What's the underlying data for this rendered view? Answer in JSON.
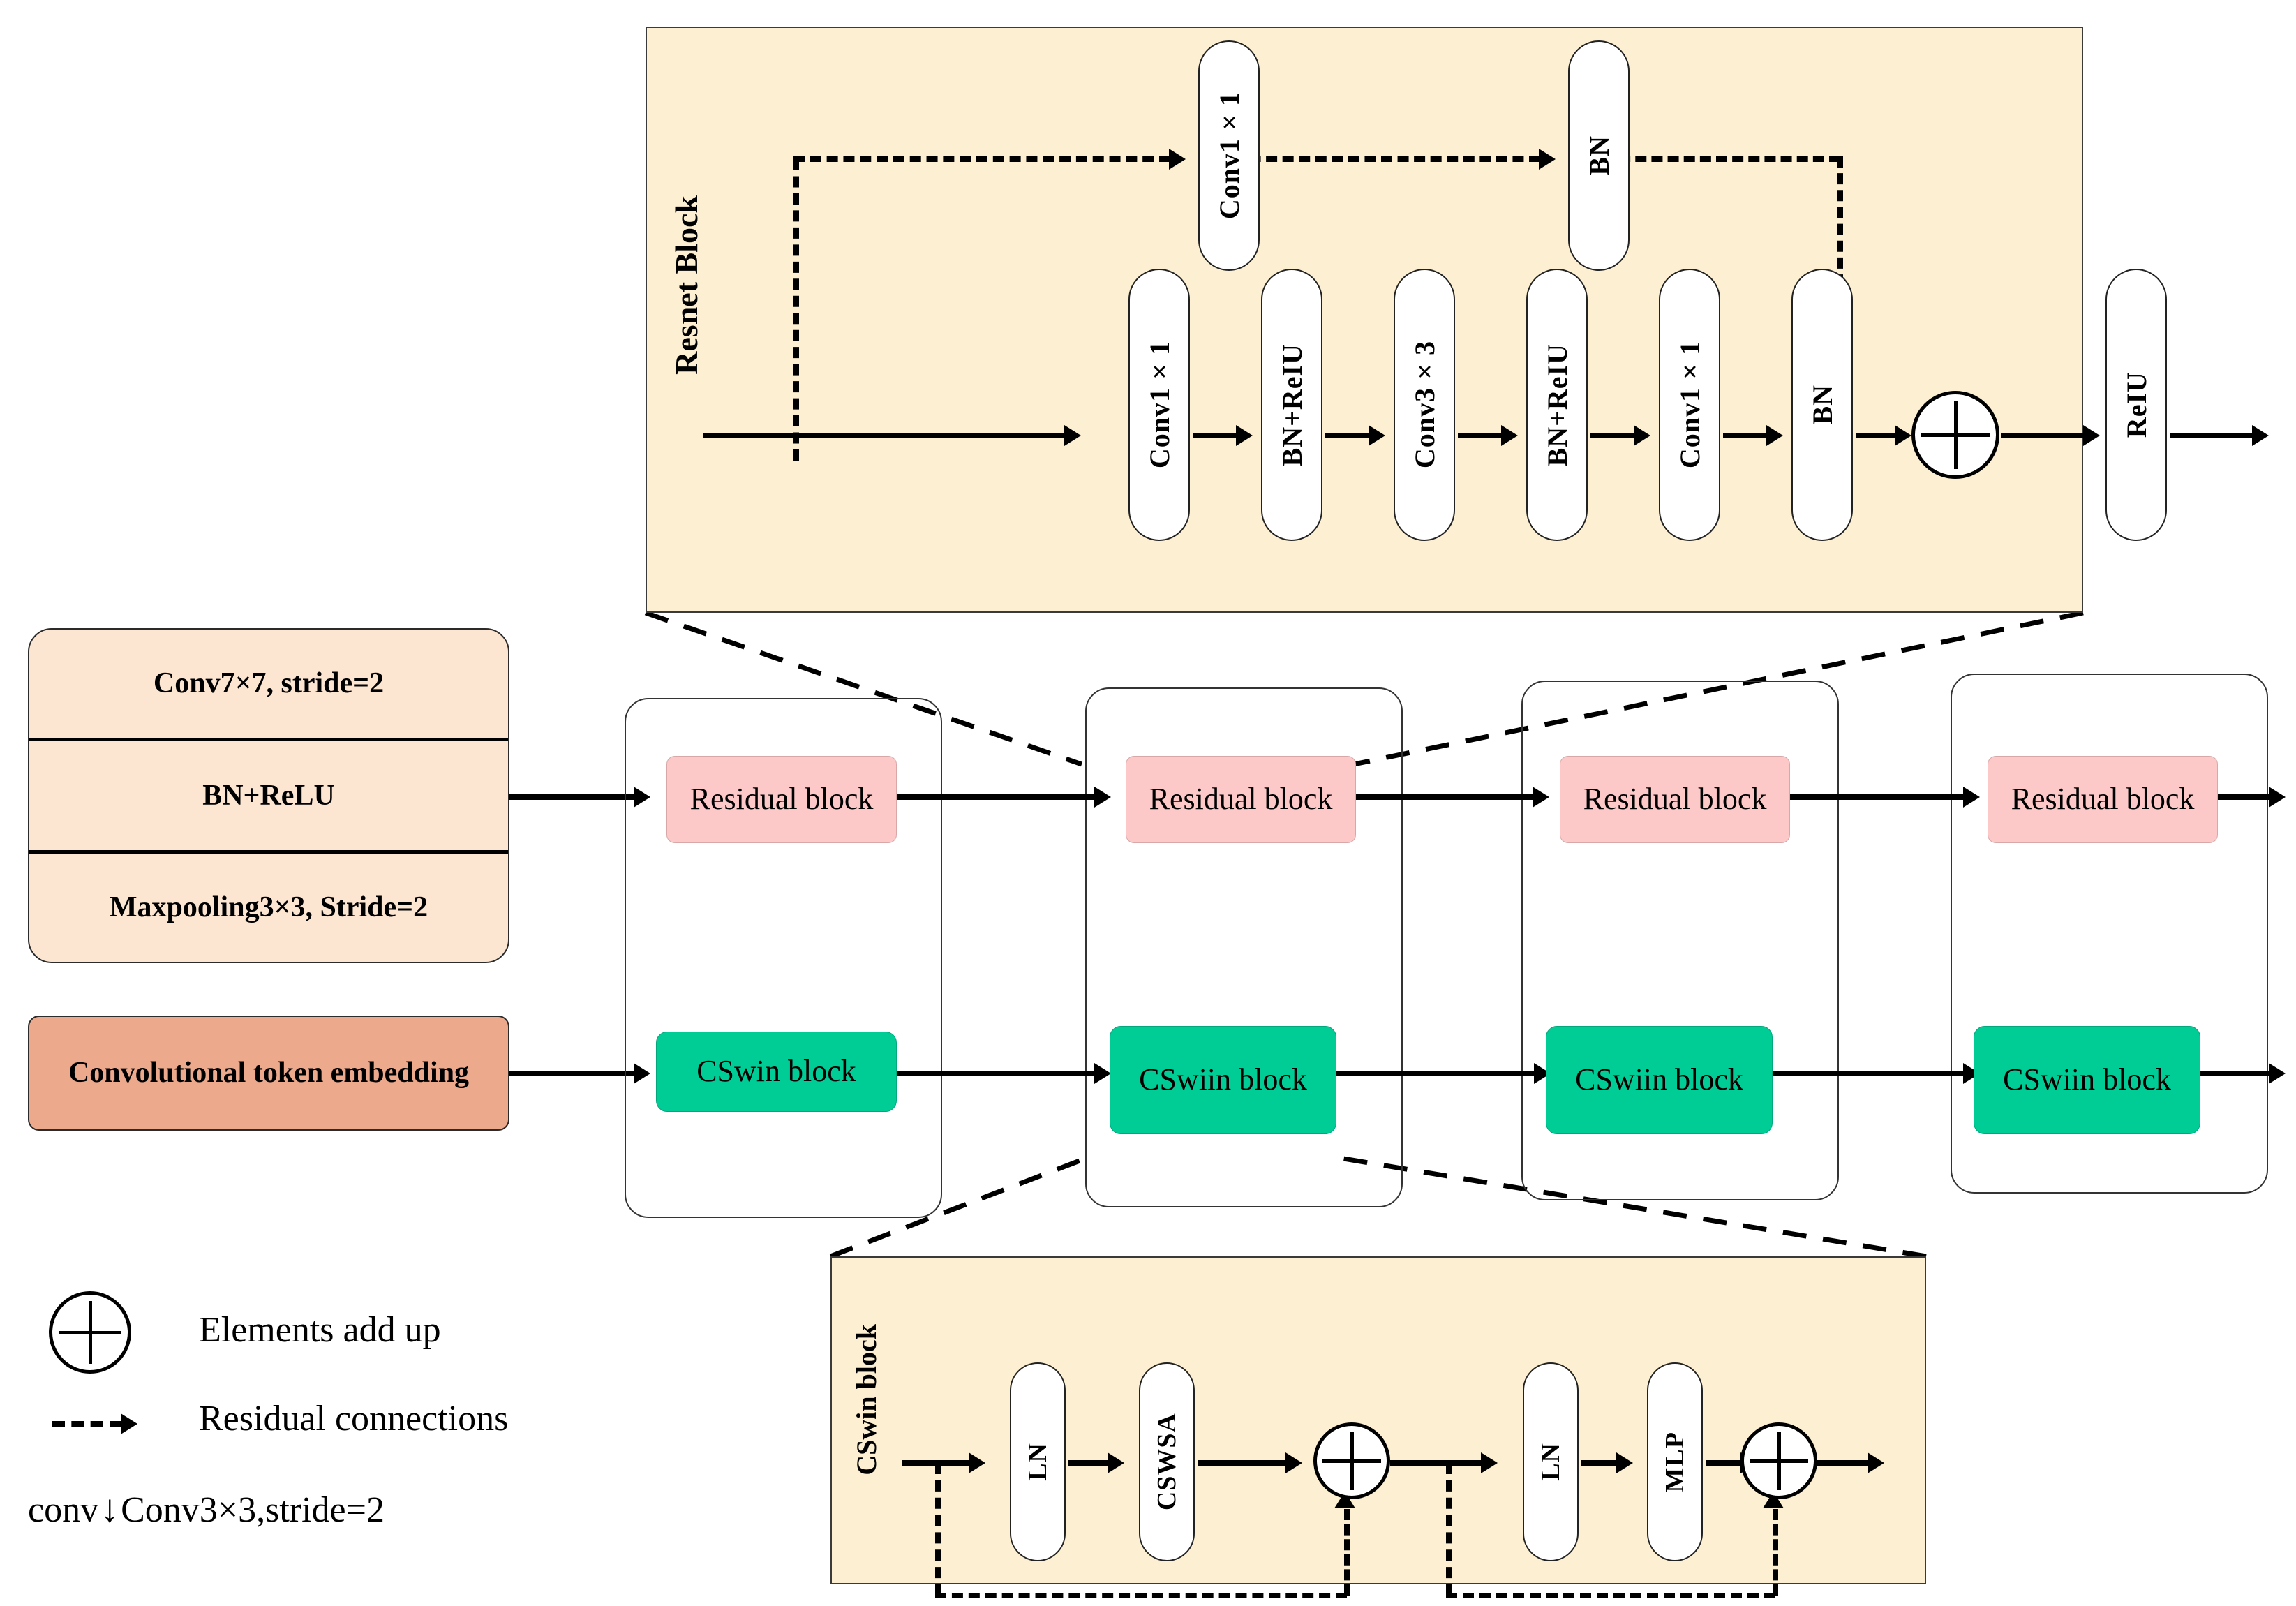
{
  "resnet_panel": {
    "title": "Resnet Block",
    "shortcut_nodes": [
      "Conv1×1",
      "BN"
    ],
    "main_nodes": [
      "Conv1×1",
      "BN+ReIU",
      "Conv3×3",
      "BN+ReIU",
      "Conv1×1",
      "BN"
    ],
    "add_symbol": "⊕",
    "output_node": "ReIU"
  },
  "stem": {
    "rows": [
      "Conv7×7,\nstride=2",
      "BN+ReLU",
      "Maxpooling3×3,\nStride=2"
    ],
    "row1": "Conv7×7, stride=2",
    "row2": "BN+ReLU",
    "row3": "Maxpooling3×3, Stride=2"
  },
  "token_embedding": {
    "label": "Convolutional token embedding"
  },
  "stages": [
    {
      "residual_label": "Residual block",
      "cswin_label": "CSwin block"
    },
    {
      "residual_label": "Residual block",
      "cswin_label": "CSwiin block"
    },
    {
      "residual_label": "Residual block",
      "cswin_label": "CSwiin block"
    },
    {
      "residual_label": "Residual block",
      "cswin_label": "CSwiin block"
    }
  ],
  "cswin_panel": {
    "title": "CSwin block",
    "nodes": [
      "LN",
      "CSWSA",
      "LN",
      "MLP"
    ],
    "add_symbol": "⊕"
  },
  "legend": {
    "items": [
      {
        "icon": "plus-circle-icon",
        "label": "Elements add up"
      },
      {
        "icon": "dashed-arrow-icon",
        "label": "Residual connections"
      }
    ],
    "conv_prefix": "conv",
    "conv_arrow": "↓",
    "conv_label": "Conv3×3,stride=2"
  },
  "colors": {
    "panel_fill": "#fdf0d2",
    "stem_fill": "#fce6d2",
    "token_fill": "#eda98c",
    "residual_fill": "#fcc8c8",
    "cswin_fill": "#00cc96",
    "stroke": "#000000"
  }
}
